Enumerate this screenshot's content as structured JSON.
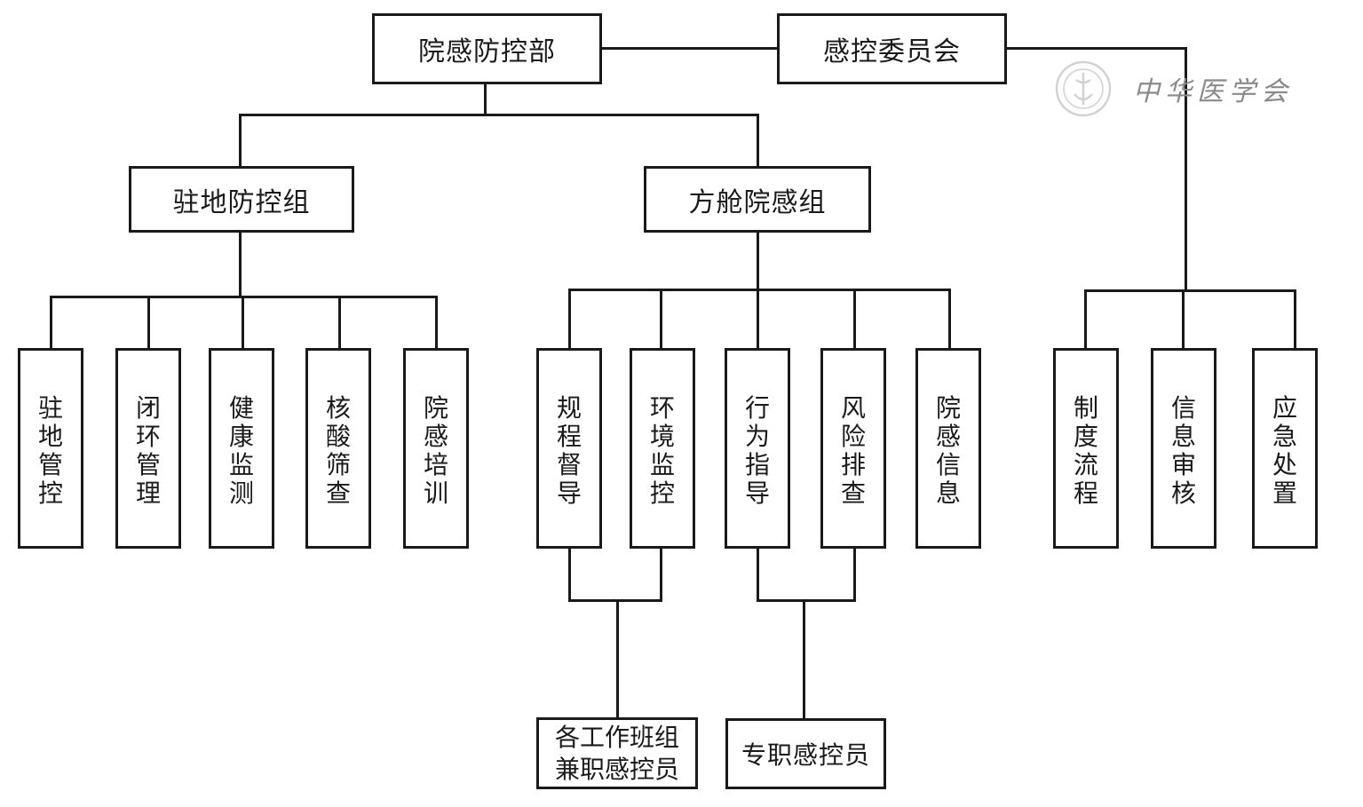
{
  "top": {
    "dept": "院感防控部",
    "committee": "感控委员会"
  },
  "groups": {
    "station": "驻地防控组",
    "cabin": "方舱院感组"
  },
  "station_items": [
    "驻地管控",
    "闭环管理",
    "健康监测",
    "核酸筛查",
    "院感培训"
  ],
  "cabin_items": [
    "规程督导",
    "环境监控",
    "行为指导",
    "风险排查",
    "院感信息"
  ],
  "committee_items": [
    "制度流程",
    "信息审核",
    "应急处置"
  ],
  "bottom": {
    "parttime": "各工作班组\n兼职感控员",
    "fulltime": "专职感控员"
  },
  "watermark": {
    "text": "中华医学会",
    "icon": "society-seal-icon"
  }
}
